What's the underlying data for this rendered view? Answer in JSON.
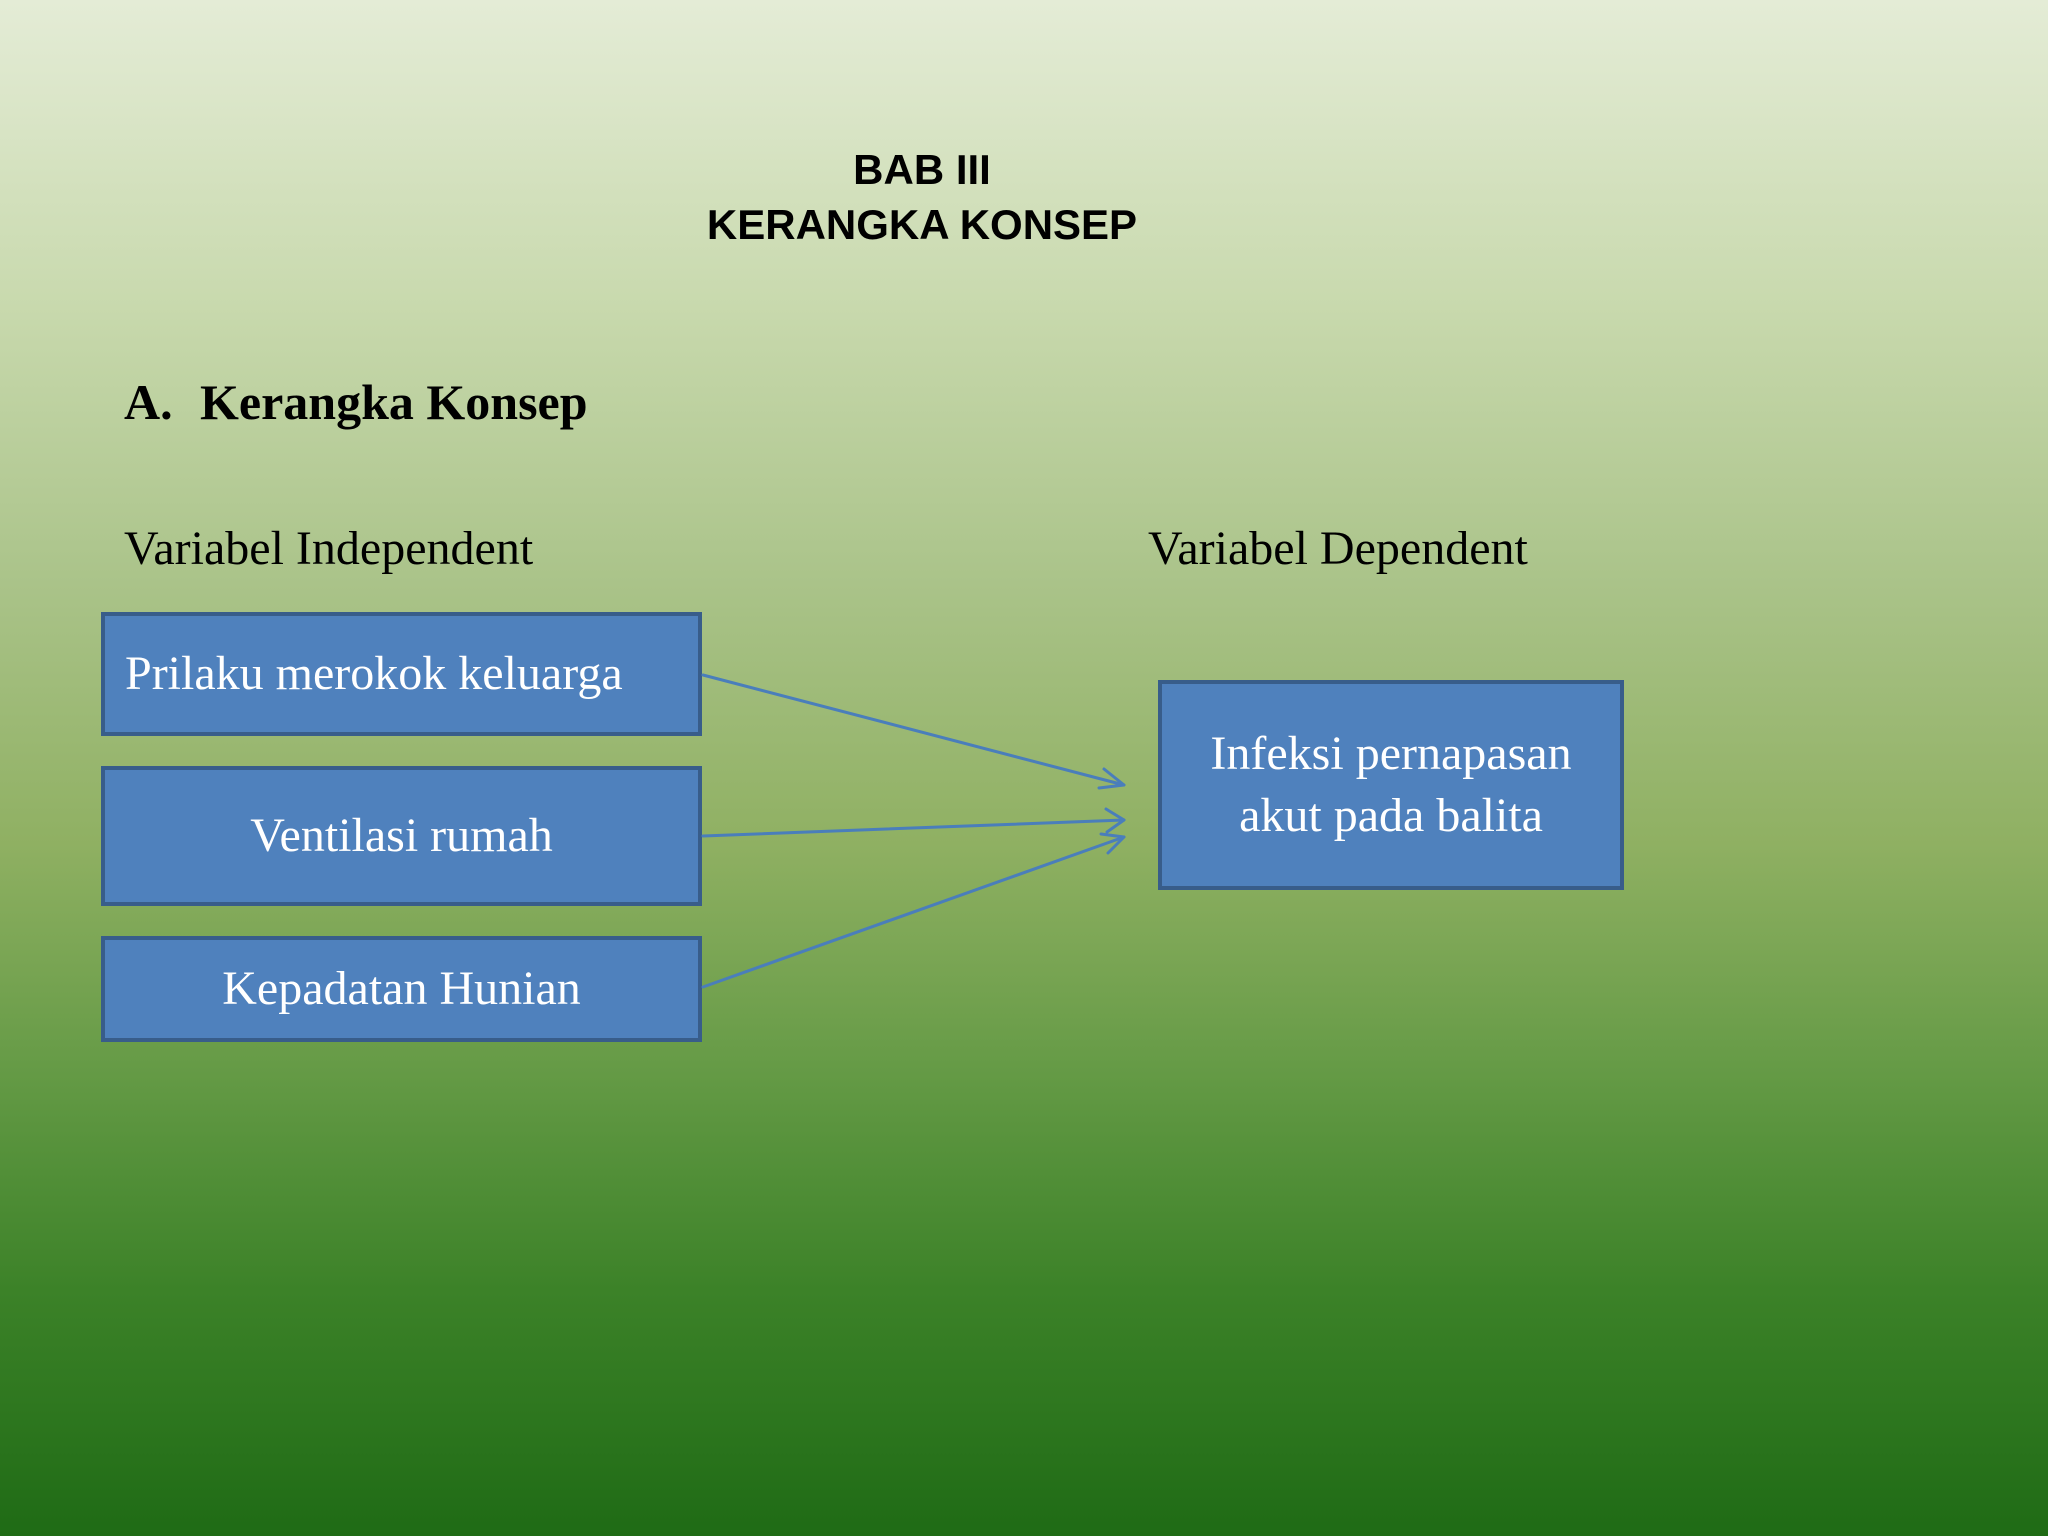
{
  "title": {
    "line1": "BAB III",
    "line2": "KERANGKA KONSEP"
  },
  "section": {
    "number": "A.",
    "heading": "Kerangka Konsep"
  },
  "labels": {
    "independent": "Variabel Independent",
    "dependent": "Variabel Dependent"
  },
  "independent_variables": [
    "Prilaku merokok keluarga",
    "Ventilasi rumah",
    "Kepadatan Hunian"
  ],
  "dependent_variable": {
    "line1": "Infeksi pernapasan",
    "line2": "akut pada balita"
  },
  "colors": {
    "box_fill": "#4f81bd",
    "box_border": "#385d8a",
    "arrow": "#4a7ebb"
  }
}
